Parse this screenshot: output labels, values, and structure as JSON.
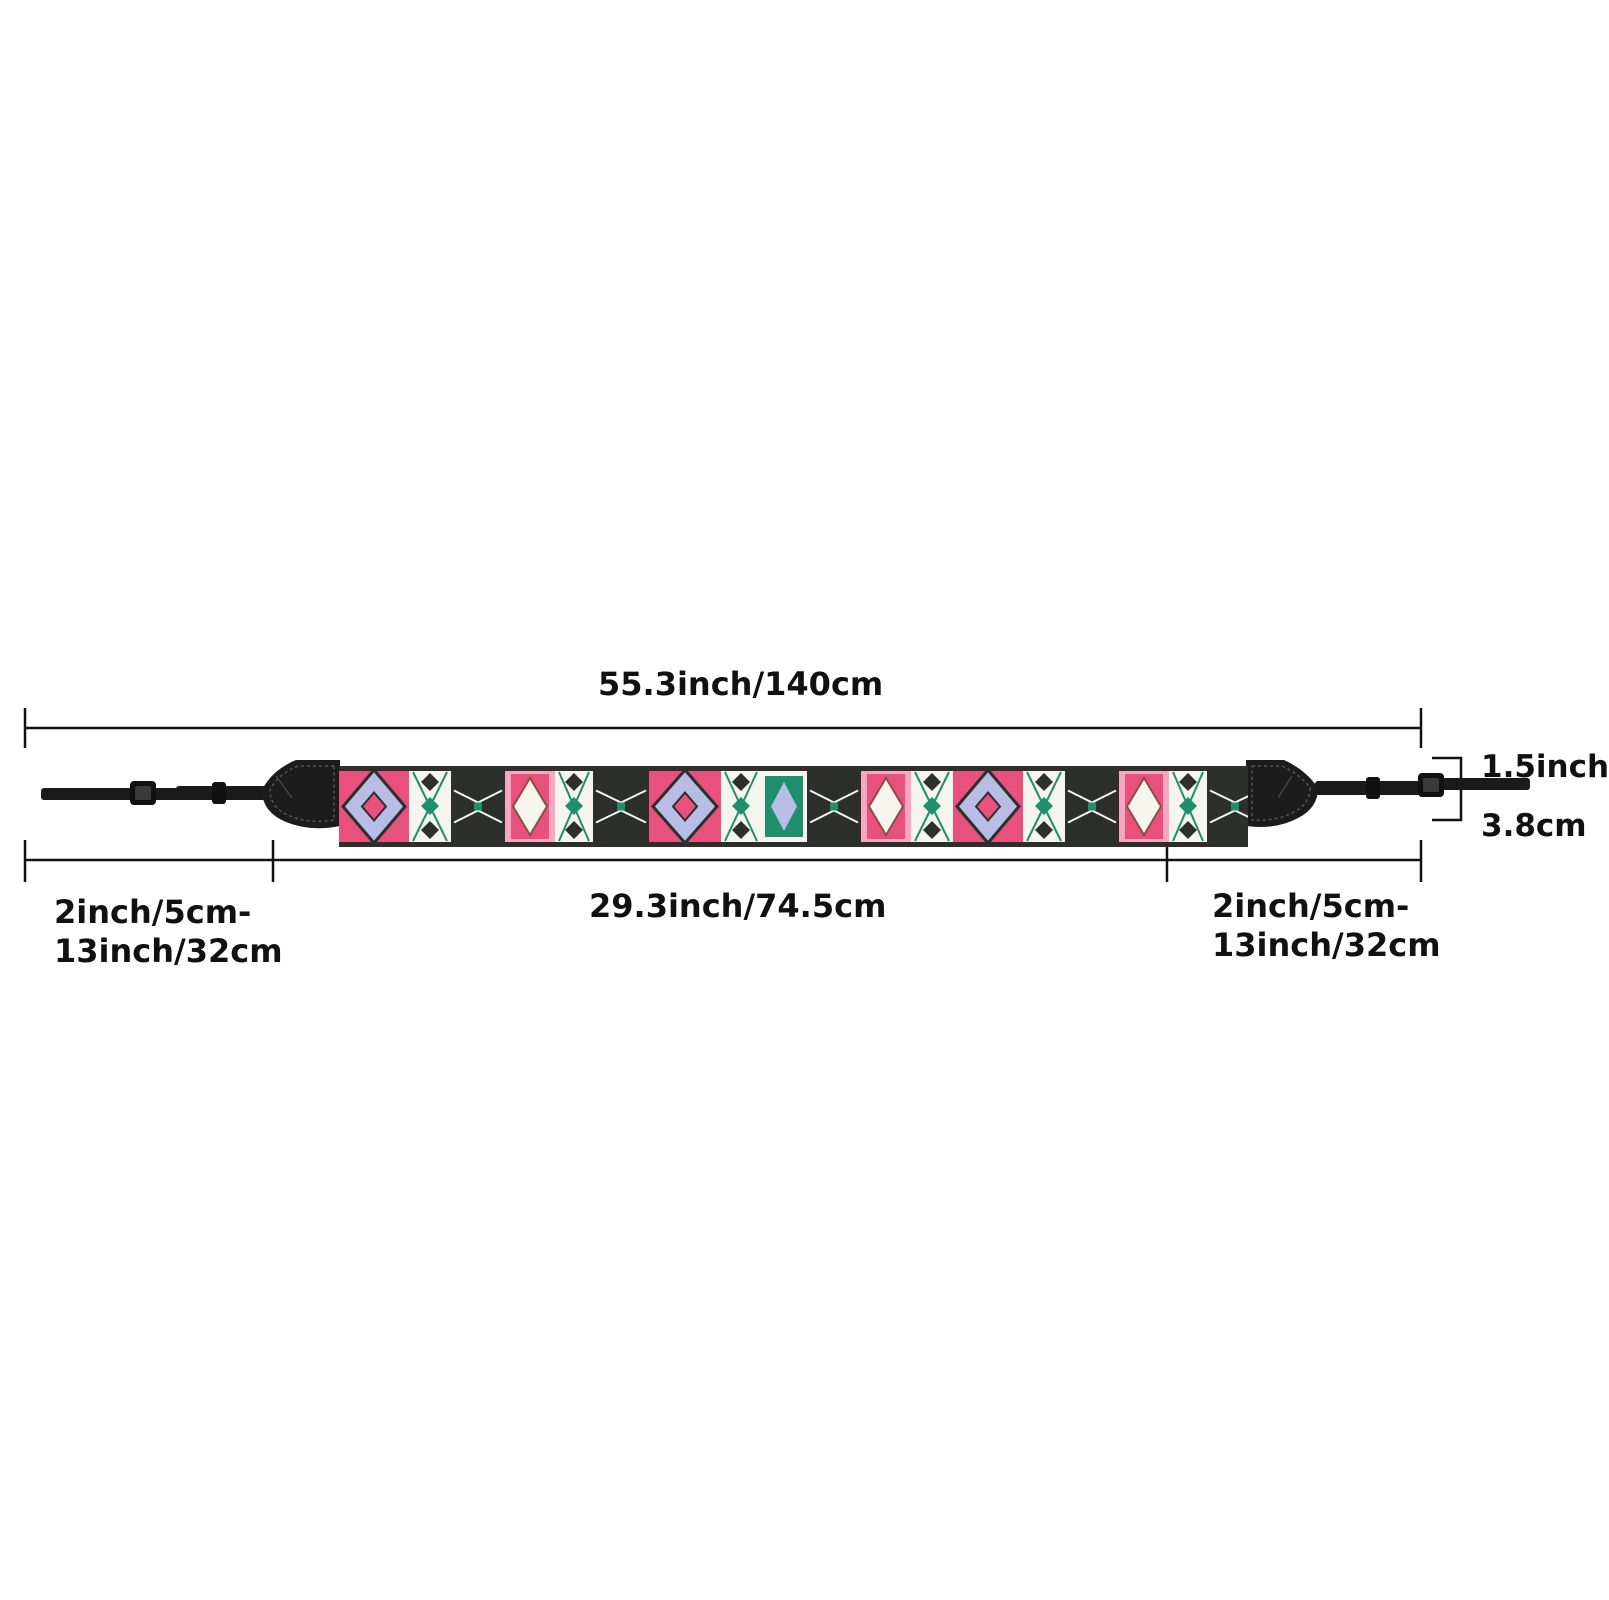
{
  "product": "camera strap",
  "colors": {
    "pink": "#e8507e",
    "light_pink": "#f7a7bf",
    "lavender": "#b8bde6",
    "dark": "#2c2f2c",
    "teal": "#1f8e6d",
    "white": "#f6f4ee",
    "brown": "#8a4f3e",
    "leather": "#1a1a1a",
    "line": "#111111"
  },
  "dimensions": {
    "overall_length": "55.3inch/140cm",
    "middle_length": "29.3inch/74.5cm",
    "left_end": {
      "line1": "2inch/5cm-",
      "line2": "13inch/32cm"
    },
    "right_end": {
      "line1": "2inch/5cm-",
      "line2": "13inch/32cm"
    },
    "width": {
      "line1": "1.5inch",
      "line2": "3.8cm"
    }
  }
}
